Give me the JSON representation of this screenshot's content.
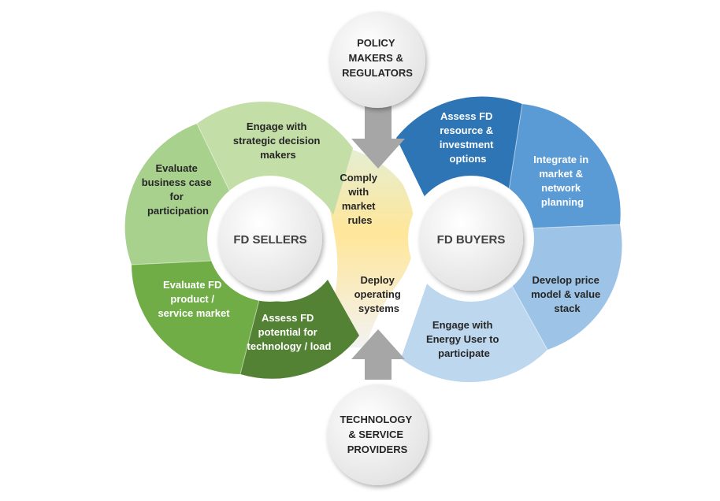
{
  "stakeholders": {
    "policy": [
      "POLICY",
      "MAKERS &",
      "REGULATORS"
    ],
    "technology": [
      "TECHNOLOGY",
      "& SERVICE",
      "PROVIDERS"
    ]
  },
  "sellers": {
    "hub": "FD SELLERS",
    "segments": [
      {
        "lines": [
          "Engage  with",
          "strategic decision",
          "makers"
        ],
        "color": "#c3dea6",
        "text_color": "#262626"
      },
      {
        "lines": [
          "Evaluate",
          "business case",
          "for",
          "participation"
        ],
        "color": "#a9d18e",
        "text_color": "#262626"
      },
      {
        "lines": [
          "Evaluate FD",
          "product /",
          "service market"
        ],
        "color": "#70ad47",
        "text_color": "#ffffff"
      },
      {
        "lines": [
          "Assess FD",
          "potential for",
          "technology / load"
        ],
        "color": "#548235",
        "text_color": "#ffffff"
      }
    ]
  },
  "buyers": {
    "hub": "FD BUYERS",
    "segments": [
      {
        "lines": [
          "Assess FD",
          "resource &",
          "investment",
          "options"
        ],
        "color": "#2e75b6",
        "text_color": "#ffffff"
      },
      {
        "lines": [
          "Integrate in",
          "market &",
          "network",
          "planning"
        ],
        "color": "#5b9bd5",
        "text_color": "#ffffff"
      },
      {
        "lines": [
          "Develop price",
          "model & value",
          "stack"
        ],
        "color": "#9dc3e6",
        "text_color": "#262626"
      },
      {
        "lines": [
          "Engage with",
          "Energy User to",
          "participate"
        ],
        "color": "#bdd7ee",
        "text_color": "#262626"
      }
    ]
  },
  "center": {
    "top": [
      "Comply",
      "with",
      "market",
      "rules"
    ],
    "bottom": [
      "Deploy",
      "operating",
      "systems"
    ]
  },
  "colors": {
    "arrow": "#a6a6a6",
    "hub_fill": "#f2f2f2",
    "band_top": "#e2efd9",
    "band_mid": "#ffe699"
  }
}
